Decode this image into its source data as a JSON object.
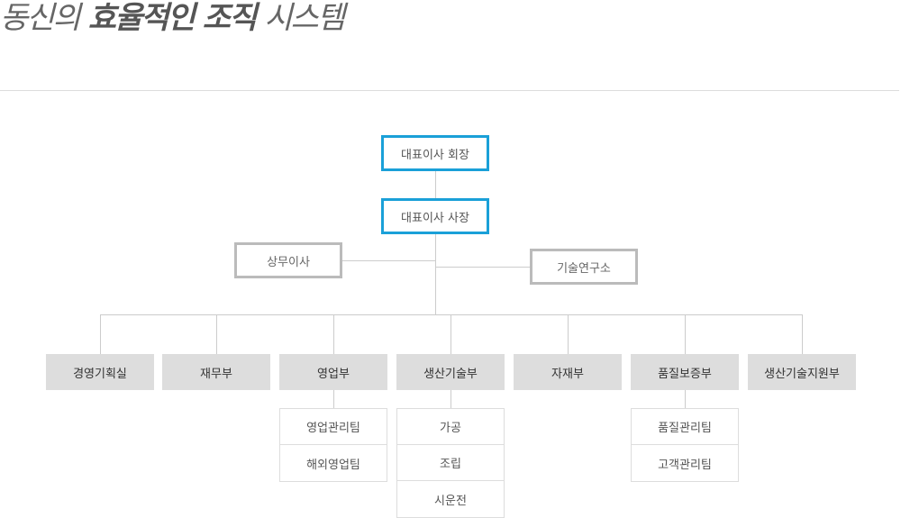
{
  "page": {
    "heading_parts": [
      "동신의",
      "효율적인 조직",
      "시스템"
    ]
  },
  "org": {
    "chairman": "대표이사 회장",
    "president": "대표이사 사장",
    "managing_director": "상무이사",
    "rnd_center": "기술연구소",
    "departments": [
      {
        "name": "경영기획실",
        "teams": []
      },
      {
        "name": "재무부",
        "teams": []
      },
      {
        "name": "영업부",
        "teams": [
          "영업관리팀",
          "해외영업팀"
        ]
      },
      {
        "name": "생산기술부",
        "teams": [
          "가공",
          "조립",
          "시운전"
        ]
      },
      {
        "name": "자재부",
        "teams": []
      },
      {
        "name": "품질보증부",
        "teams": [
          "품질관리팀",
          "고객관리팀"
        ]
      },
      {
        "name": "생산기술지원부",
        "teams": []
      }
    ]
  },
  "colors": {
    "exec_border": "#1aa0d8",
    "side_border": "#bbbbbb",
    "dept_fill": "#dddddd",
    "connector": "#cccccc"
  }
}
